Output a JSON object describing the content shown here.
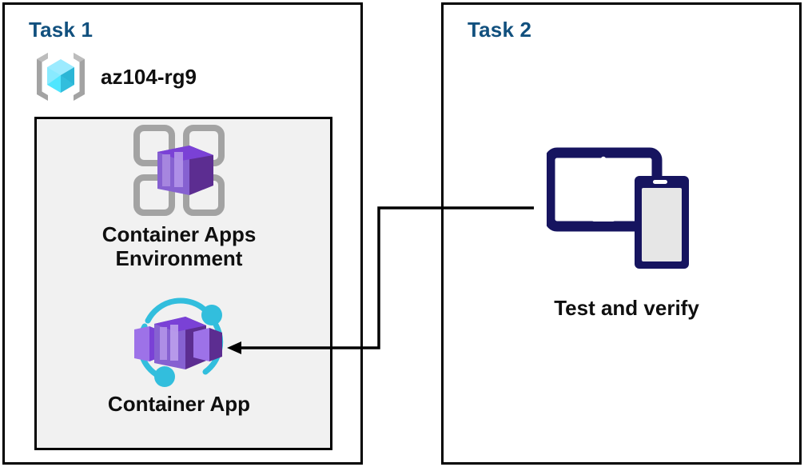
{
  "diagram": {
    "title": "Azure Container Apps task diagram",
    "background_color": "#ffffff",
    "panel_border_color": "#000000",
    "group_fill_color": "#f1f1f1",
    "task_title_color": "#11507e",
    "label_color": "#0f0f0f",
    "connector_color": "#000000"
  },
  "task1": {
    "title": "Task 1",
    "resource_group": {
      "icon": "resource-group-icon",
      "name": "az104-rg9"
    },
    "nodes": [
      {
        "icon": "container-apps-environment-icon",
        "label": "Container Apps\nEnvironment"
      },
      {
        "icon": "container-app-icon",
        "label": "Container App"
      }
    ]
  },
  "task2": {
    "title": "Task 2",
    "nodes": [
      {
        "icon": "test-and-verify-devices-icon",
        "label": "Test and verify"
      }
    ]
  },
  "connector": {
    "name": "task2-to-container-app-arrow",
    "from": "Test and verify",
    "to": "Container App",
    "arrowhead": "left"
  },
  "colors": {
    "azure_purple_dark": "#5c2d91",
    "azure_purple": "#7a41d6",
    "azure_purple_light": "#9d72e8",
    "azure_cyan": "#32bedd",
    "azure_cyan_light": "#9cebff",
    "navy": "#16145f",
    "grey_outline": "#a3a3a3"
  }
}
